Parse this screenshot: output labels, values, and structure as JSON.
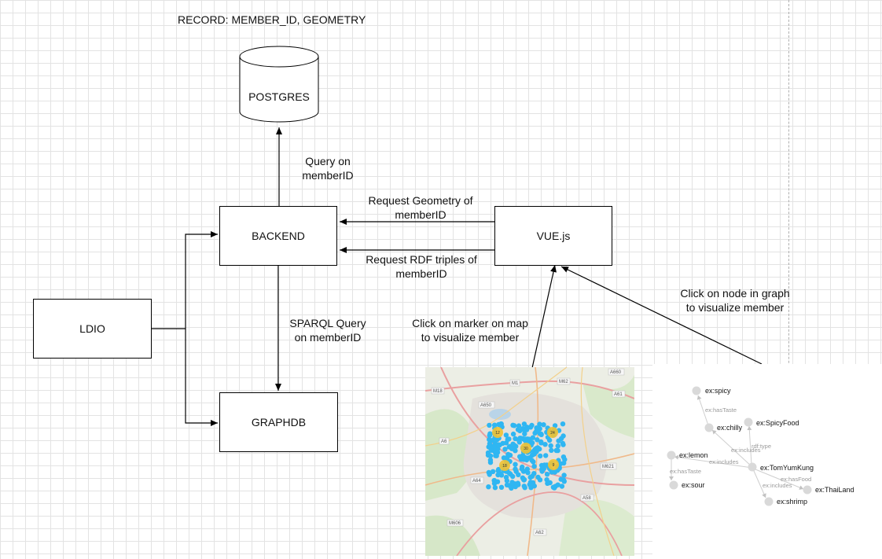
{
  "record_label": "RECORD: MEMBER_ID, GEOMETRY",
  "nodes": {
    "postgres": "POSTGRES",
    "backend": "BACKEND",
    "vue": "VUE.js",
    "ldio": "LDIO",
    "graphdb": "GRAPHDB"
  },
  "edges": {
    "query_memberid": [
      "Query on",
      "memberID"
    ],
    "request_geometry": [
      "Request Geometry of",
      "memberID"
    ],
    "request_rdf": [
      "Request RDF triples of",
      "memberID"
    ],
    "sparql_query": [
      "SPARQL Query",
      "on memberID"
    ],
    "click_marker": [
      "Click on marker on map",
      "to visualize member"
    ],
    "click_node": [
      "Click on node in graph",
      "to visualize member"
    ]
  },
  "map_labels": [
    "M18",
    "M1",
    "M62",
    "A61",
    "A6",
    "M621",
    "A64",
    "A58",
    "A62",
    "M606",
    "A650",
    "A660"
  ],
  "map_cluster_counts": [
    "12",
    "24",
    "30",
    "18",
    "9"
  ],
  "graph": {
    "nodes": [
      "ex:spicy",
      "ex:chilly",
      "ex:SpicyFood",
      "ex:lemon",
      "ex:TomYumKung",
      "ex:sour",
      "ex:ThaiLand",
      "ex:shrimp"
    ],
    "edge_labels": [
      "ex:hasTaste",
      "ex:includes",
      "rdf:type",
      "ex:includes",
      "ex:hasTaste",
      "ex:hasFood",
      "ex:includes"
    ]
  }
}
